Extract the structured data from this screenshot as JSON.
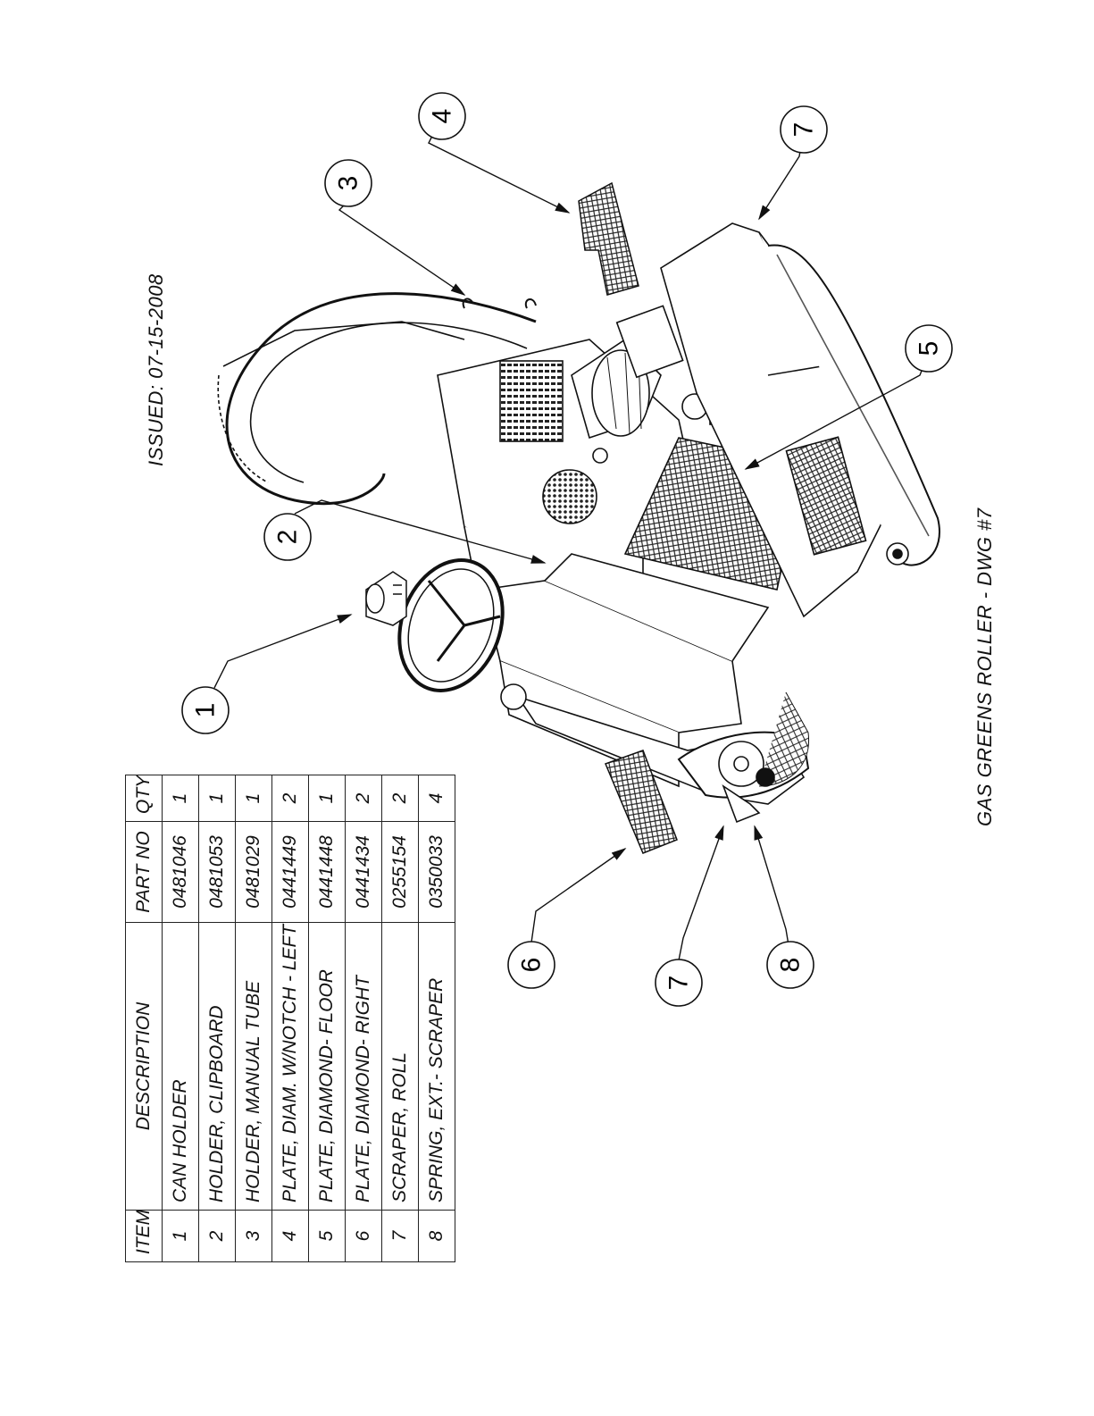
{
  "issued": "ISSUED: 07-15-2008",
  "drawing_title": "GAS GREENS ROLLER - DWG #7",
  "table": {
    "headers": [
      "ITEM",
      "DESCRIPTION",
      "PART NO",
      "QTY"
    ],
    "rows": [
      {
        "item": "1",
        "description": "CAN HOLDER",
        "part_no": "0481046",
        "qty": "1"
      },
      {
        "item": "2",
        "description": "HOLDER, CLIPBOARD",
        "part_no": "0481053",
        "qty": "1"
      },
      {
        "item": "3",
        "description": "HOLDER, MANUAL TUBE",
        "part_no": "0481029",
        "qty": "1"
      },
      {
        "item": "4",
        "description": "PLATE, DIAM. W/NOTCH - LEFT",
        "part_no": "0441449",
        "qty": "2"
      },
      {
        "item": "5",
        "description": "PLATE, DIAMOND- FLOOR",
        "part_no": "0441448",
        "qty": "1"
      },
      {
        "item": "6",
        "description": "PLATE, DIAMOND- RIGHT",
        "part_no": "0441434",
        "qty": "2"
      },
      {
        "item": "7",
        "description": "SCRAPER, ROLL",
        "part_no": "0255154",
        "qty": "2"
      },
      {
        "item": "8",
        "description": "SPRING, EXT.- SCRAPER",
        "part_no": "0350033",
        "qty": "4"
      }
    ]
  },
  "callouts": [
    "1",
    "2",
    "3",
    "4",
    "5",
    "6",
    "7",
    "7",
    "8"
  ]
}
